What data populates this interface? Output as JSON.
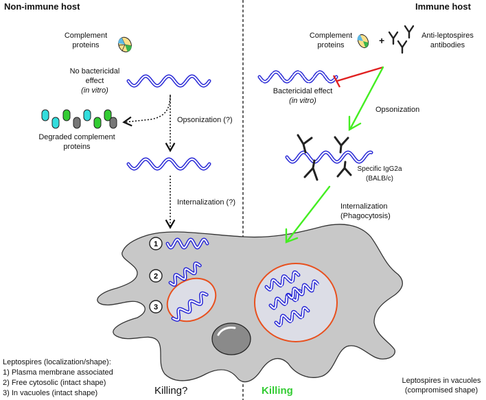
{
  "left": {
    "heading": "Non-immune host",
    "complement_label": "Complement\nproteins",
    "no_bactericidal": "No bactericidal effect",
    "no_bactericidal_invitro": "(in vitro)",
    "opsonization": "Opsonization (?)",
    "degraded": "Degraded complement\nproteins",
    "internalization": "Internalization (?)",
    "cell_markers": [
      "1",
      "2",
      "3"
    ],
    "legend_title": "Leptospires (localization/shape):",
    "legend_items": [
      "1) Plasma membrane associated",
      "2) Free cytosolic (intact shape)",
      "3) In vacuoles (intact shape)"
    ],
    "outcome": "Killing?"
  },
  "right": {
    "heading": "Immune host",
    "complement_label": "Complement\nproteins",
    "plus": "+",
    "antibodies_label": "Anti-leptospires\nantibodies",
    "bactericidal": "Bactericidal effect",
    "bactericidal_invitro": "(in vitro)",
    "opsonization": "Opsonization",
    "igg_label": "Specific IgG2a\n(BALB/c)",
    "internalization": "Internalization\n(Phagocytosis)",
    "outcome": "Killing",
    "vacuole_note": "Leptospires in vacuoles\n(compromised shape)"
  },
  "colors": {
    "spirochete": "#2a2ad6",
    "cell": "#c8c8c8",
    "vacuole_border": "#e8501e",
    "green_arrow": "#44ee22",
    "red_inhibit": "#e02020",
    "killing": "#33cc33"
  }
}
